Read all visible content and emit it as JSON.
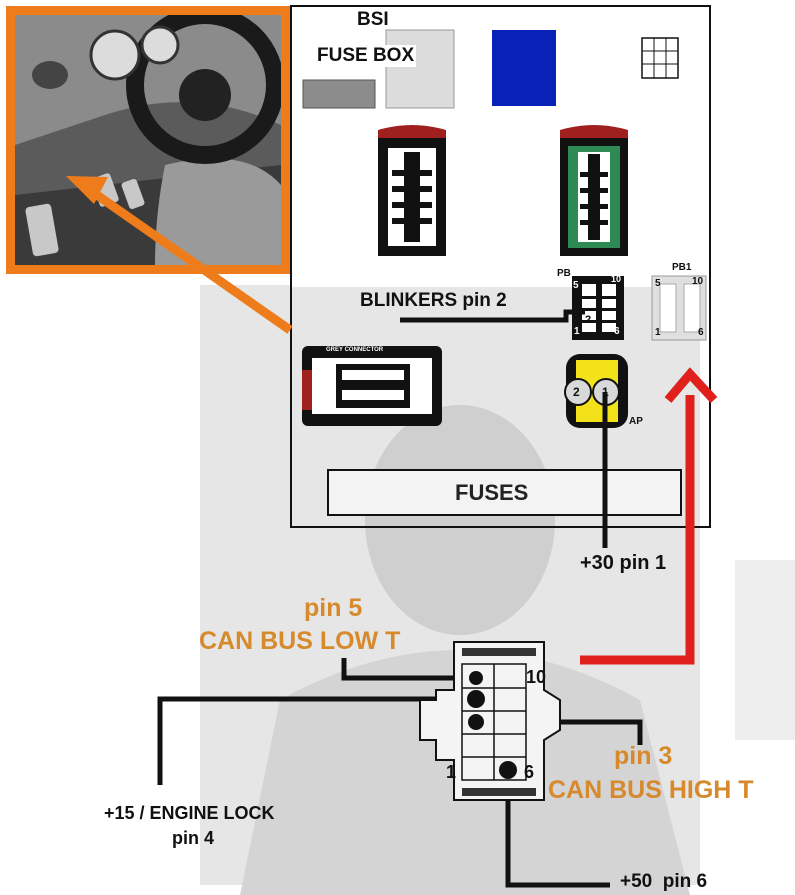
{
  "labels": {
    "bsi_title": "BSI",
    "fuse_box": "FUSE BOX",
    "blinkers": "BLINKERS pin 2",
    "pb": "PB",
    "pb1": "PB1",
    "pin_num_5": "5",
    "pin_num_10": "10",
    "pin_num_2": "2",
    "pin_num_1": "1",
    "pin_num_6": "6",
    "ap": "AP",
    "ap_pin_2": "2",
    "ap_pin_1": "1",
    "grey_connector": "GREY CONNECTOR",
    "fuses": "FUSES",
    "plus30": "+30 pin 1",
    "pin5": "pin 5",
    "can_low": "CAN BUS LOW T",
    "pin3": "pin 3",
    "can_high": "CAN BUS HIGH T",
    "plus15_line1": "+15 / ENGINE LOCK",
    "plus15_line2": "pin 4",
    "plus50": "+50  pin 6",
    "bottom_10": "10",
    "bottom_1": "1",
    "bottom_6": "6"
  },
  "colors": {
    "orange_frame": "#ef7c1a",
    "orange_text": "#d68a2c",
    "red_arrow": "#e0201c",
    "wire": "#111111",
    "blue_fuse": "#0b22b8",
    "green_connector": "#2e8a55"
  },
  "icons": {
    "dashboard_photo": "car-interior-photo",
    "relay_grid": "grid-icon"
  }
}
